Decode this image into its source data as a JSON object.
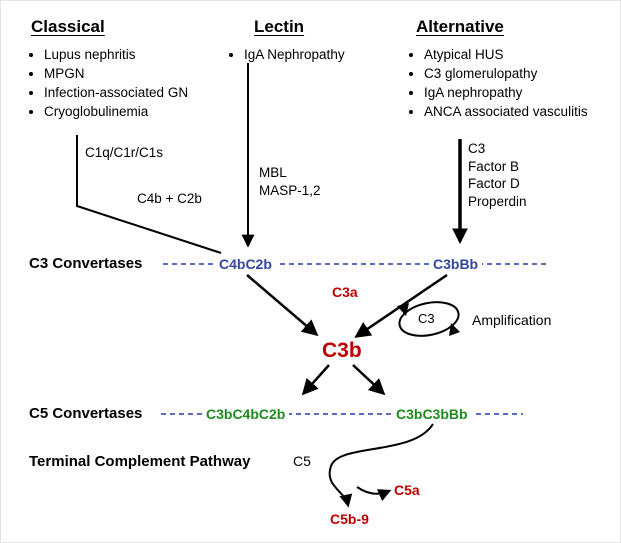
{
  "diagram": {
    "classical": {
      "title": "Classical",
      "items": [
        "Lupus nephritis",
        "MPGN",
        "Infection-associated GN",
        "Cryoglobulinemia"
      ],
      "enzymes": "C1q/C1r/C1s",
      "products": "C4b + C2b"
    },
    "lectin": {
      "title": "Lectin",
      "items": [
        "IgA Nephropathy"
      ],
      "mediators": [
        "MBL",
        "MASP-1,2"
      ]
    },
    "alternative": {
      "title": "Alternative",
      "items": [
        "Atypical HUS",
        "C3 glomerulopathy",
        "IgA nephropathy",
        "ANCA associated vasculitis"
      ],
      "mediators": [
        "C3",
        "Factor B",
        "Factor D",
        "Properdin"
      ]
    },
    "c3_convertases": {
      "row_label": "C3 Convertases",
      "classical_lectin_convertase": "C4bC2b",
      "alternative_convertase": "C3bBb"
    },
    "c3a": "C3a",
    "c3b": "C3b",
    "amplification": {
      "loop_label": "C3",
      "label": "Amplification"
    },
    "c5_convertases": {
      "row_label": "C5 Convertases",
      "classical_lectin_convertase": "C3bC4bC2b",
      "alternative_convertase": "C3bC3bBb"
    },
    "terminal": {
      "row_label": "Terminal Complement Pathway",
      "substrate": "C5",
      "anaphylatoxin": "C5a",
      "membrane_attack_complex": "C5b-9"
    }
  },
  "colors": {
    "c3_convertase_text": "#33479e",
    "c5_convertase_text": "#1e8b1e",
    "cleavage_product_text": "#c00000",
    "dashed_line": "#5a6cc0",
    "arrow": "#000000"
  }
}
